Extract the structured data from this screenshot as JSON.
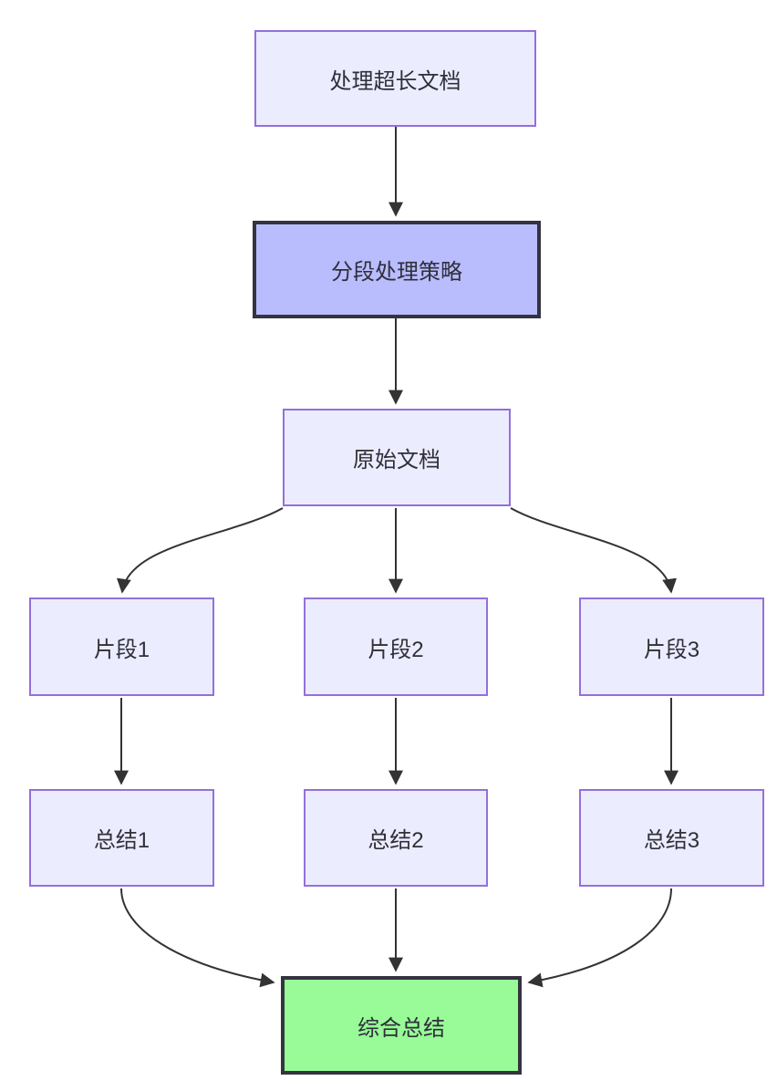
{
  "diagram": {
    "type": "flowchart",
    "direction": "top-down",
    "nodes": [
      {
        "id": "A",
        "label": "处理超长文档",
        "style": "default"
      },
      {
        "id": "B",
        "label": "分段处理策略",
        "style": "accent"
      },
      {
        "id": "C",
        "label": "原始文档",
        "style": "default"
      },
      {
        "id": "D1",
        "label": "片段1",
        "style": "default"
      },
      {
        "id": "D2",
        "label": "片段2",
        "style": "default"
      },
      {
        "id": "D3",
        "label": "片段3",
        "style": "default"
      },
      {
        "id": "E1",
        "label": "总结1",
        "style": "default"
      },
      {
        "id": "E2",
        "label": "总结2",
        "style": "default"
      },
      {
        "id": "E3",
        "label": "总结3",
        "style": "default"
      },
      {
        "id": "F",
        "label": "综合总结",
        "style": "success"
      }
    ],
    "edges": [
      {
        "from": "A",
        "to": "B"
      },
      {
        "from": "B",
        "to": "C"
      },
      {
        "from": "C",
        "to": "D1"
      },
      {
        "from": "C",
        "to": "D2"
      },
      {
        "from": "C",
        "to": "D3"
      },
      {
        "from": "D1",
        "to": "E1"
      },
      {
        "from": "D2",
        "to": "E2"
      },
      {
        "from": "D3",
        "to": "E3"
      },
      {
        "from": "E1",
        "to": "F"
      },
      {
        "from": "E2",
        "to": "F"
      },
      {
        "from": "E3",
        "to": "F"
      }
    ],
    "colors": {
      "node_fill": "#ececff",
      "node_border": "#9370db",
      "accent_fill": "#b9bcfd",
      "accent_border": "#34343f",
      "success_fill": "#98fb98",
      "success_border": "#34343f",
      "edge_line": "#333333",
      "text": "#2f2f3a",
      "background": "#ffffff"
    }
  }
}
